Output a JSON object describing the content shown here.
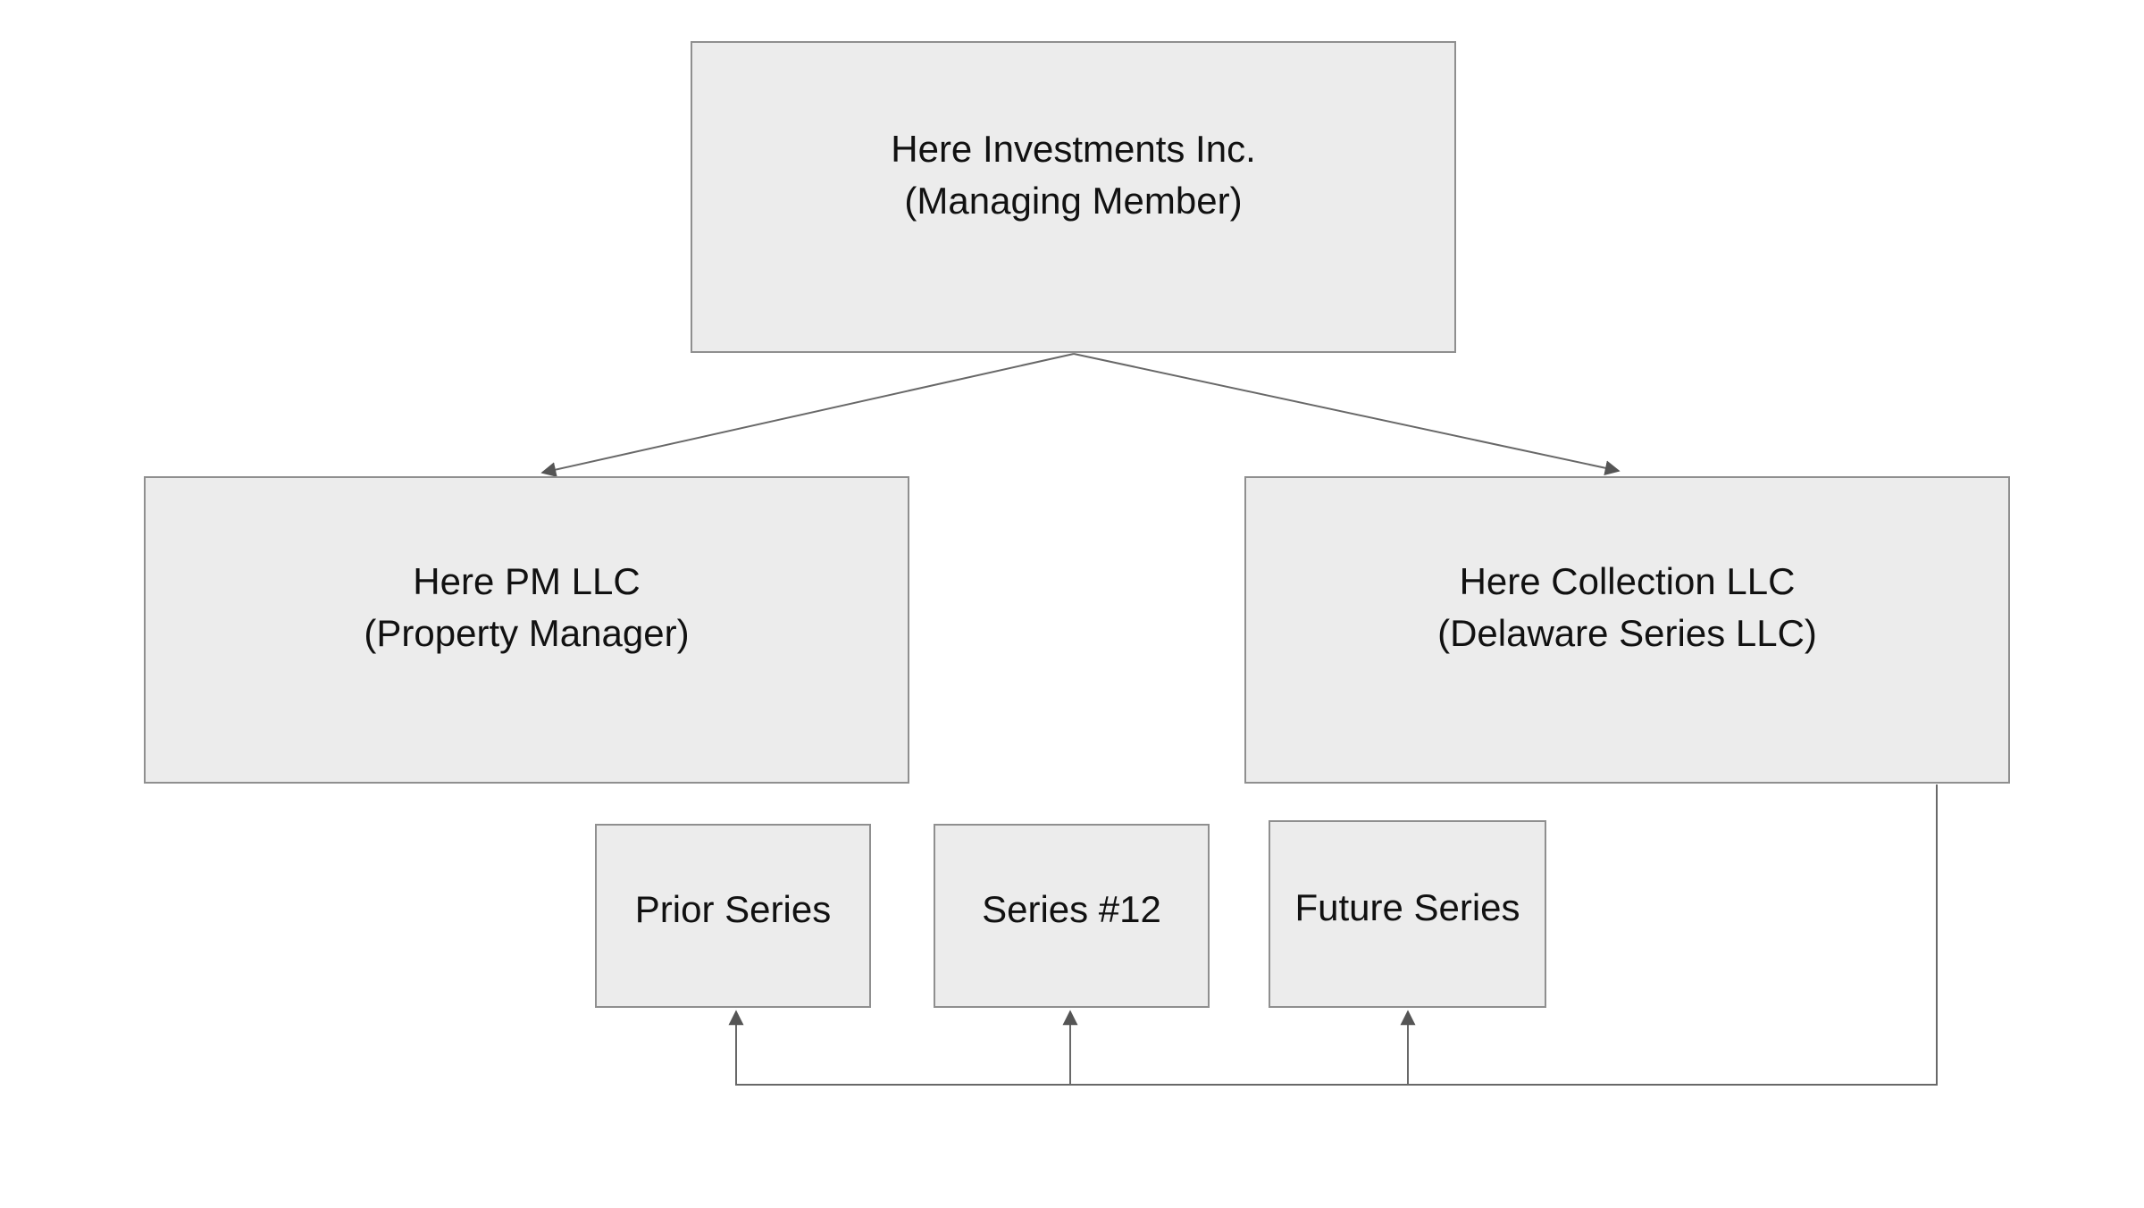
{
  "diagram": {
    "nodes": {
      "managing_member": {
        "line1": "Here Investments Inc.",
        "line2": "(Managing Member)"
      },
      "property_manager": {
        "line1": "Here PM LLC",
        "line2": "(Property Manager)"
      },
      "collection": {
        "line1": "Here Collection LLC",
        "line2": "(Delaware Series LLC)"
      },
      "prior_series": {
        "label": "Prior Series"
      },
      "series_12": {
        "label": "Series #12"
      },
      "future_series": {
        "label": "Future Series"
      }
    },
    "colors": {
      "background": "#ffffff",
      "box_fill": "#ececec",
      "box_border": "#8f8f8f",
      "connector": "#686868",
      "arrowhead": "#555555",
      "text": "#111111"
    }
  }
}
